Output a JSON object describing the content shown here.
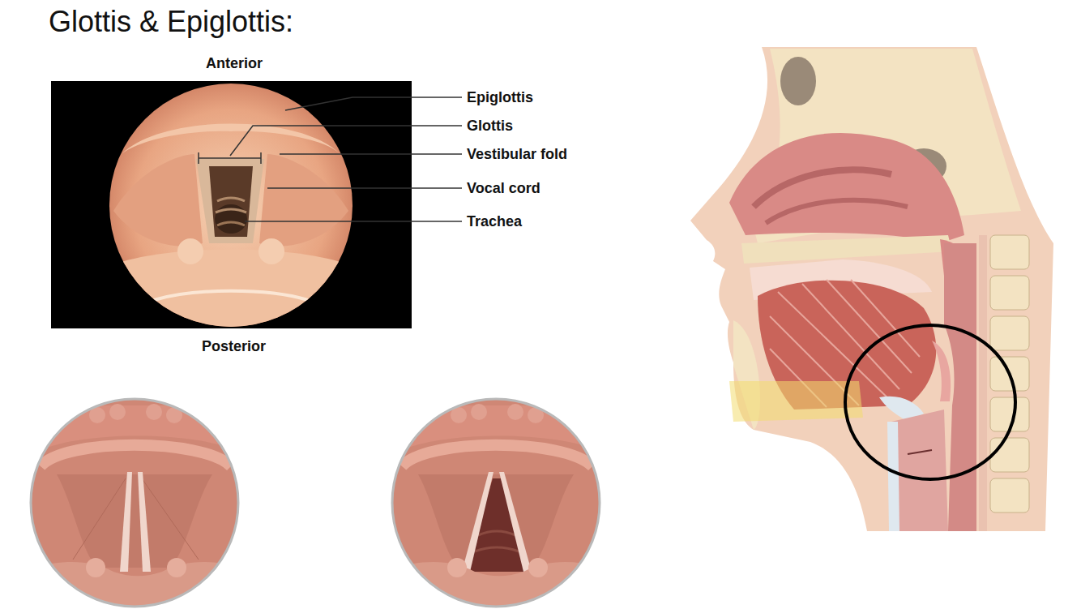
{
  "diagram": {
    "title": "Glottis & Epiglottis:",
    "labels": [
      "Anterior",
      "Epiglottis",
      "Glottis",
      "Vestibular fold",
      "Vocal cord",
      "Trachea",
      "Posterior"
    ]
  }
}
